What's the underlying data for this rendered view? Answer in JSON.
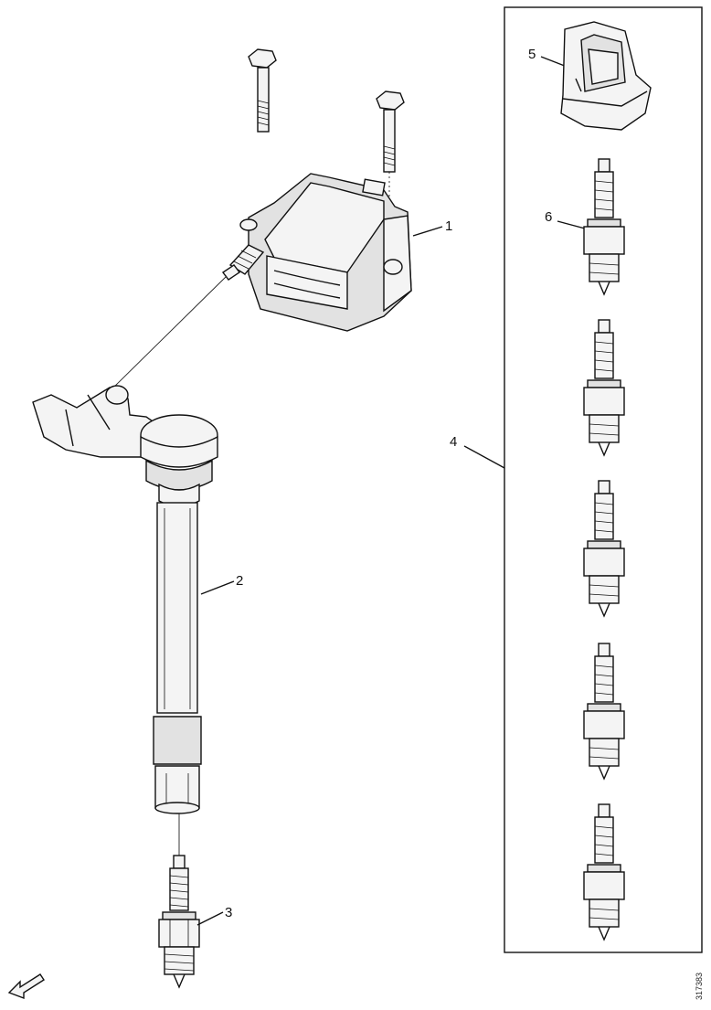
{
  "diagram": {
    "callouts": {
      "part_1": "1",
      "part_2": "2",
      "part_3": "3",
      "part_4": "4",
      "part_5": "5",
      "part_6": "6"
    },
    "reference_number": "317383"
  }
}
